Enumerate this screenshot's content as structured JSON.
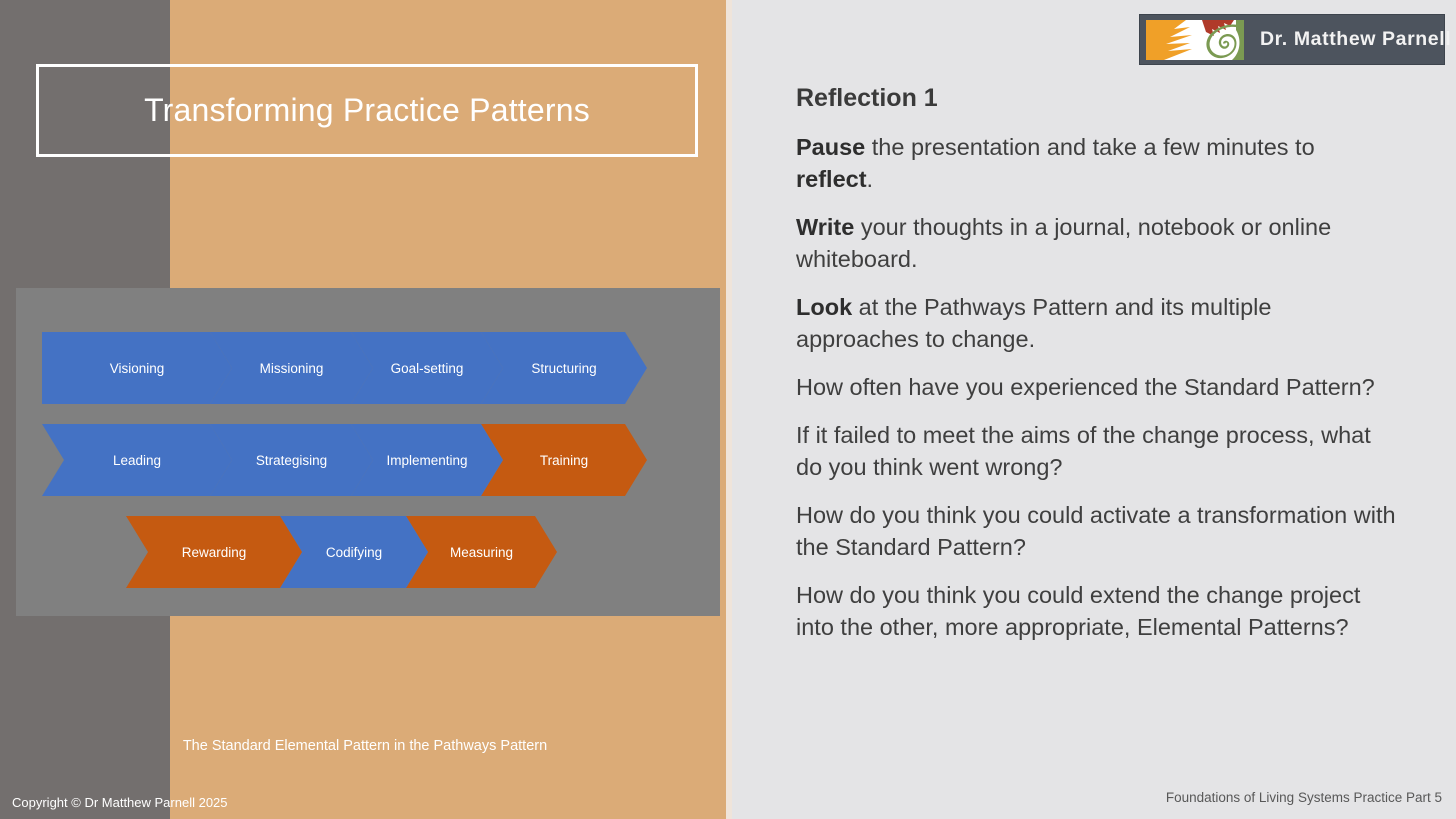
{
  "slide": {
    "title": "Transforming Practice Patterns",
    "diagram_caption": "The Standard Elemental Pattern in the Pathways Pattern",
    "copyright": "Copyright © Dr Matthew Parnell 2025",
    "footer_right": "Foundations of Living Systems Practice Part 5"
  },
  "logo": {
    "name": "Dr. Matthew Parnell",
    "mark_icon": "spiral-sunburst-icon"
  },
  "colors": {
    "band_gray": "#736F6E",
    "band_tan": "#DBAB77",
    "panel_gray": "#808080",
    "chevron_blue": "#4472C4",
    "chevron_orange": "#C55A11",
    "right_bg": "#E4E4E6",
    "logo_bg": "#4D545E",
    "text_dark": "#3F3F3F"
  },
  "diagram": {
    "title": "The Standard Elemental Pattern in the Pathways Pattern",
    "rows": [
      {
        "row_index": 1,
        "left_edge": "flat",
        "steps": [
          {
            "label": "Visioning",
            "color": "blue"
          },
          {
            "label": "Missioning",
            "color": "blue"
          },
          {
            "label": "Goal-setting",
            "color": "blue"
          },
          {
            "label": "Structuring",
            "color": "blue"
          }
        ]
      },
      {
        "row_index": 2,
        "left_edge": "notched",
        "steps": [
          {
            "label": "Leading",
            "color": "blue"
          },
          {
            "label": "Strategising",
            "color": "blue"
          },
          {
            "label": "Implementing",
            "color": "blue"
          },
          {
            "label": "Training",
            "color": "orange"
          }
        ]
      },
      {
        "row_index": 3,
        "left_edge": "notched",
        "steps": [
          {
            "label": "Rewarding",
            "color": "orange"
          },
          {
            "label": "Codifying",
            "color": "blue"
          },
          {
            "label": "Measuring",
            "color": "orange"
          }
        ]
      }
    ]
  },
  "reflection": {
    "heading": "Reflection 1",
    "items": [
      {
        "lead": "Pause",
        "text": " the presentation and take a few minutes to ",
        "lead2": "reflect",
        "tail": "."
      },
      {
        "lead": "Write",
        "text": " your thoughts in a journal, notebook or online whiteboard.",
        "lead2": "",
        "tail": ""
      },
      {
        "lead": "Look",
        "text": " at the Pathways Pattern and its multiple approaches to change.",
        "lead2": "",
        "tail": ""
      },
      {
        "lead": "",
        "text": "How often have you experienced the Standard Pattern?",
        "lead2": "",
        "tail": ""
      },
      {
        "lead": "",
        "text": "If it failed to meet the aims of the change process, what do you think went wrong?",
        "lead2": "",
        "tail": ""
      },
      {
        "lead": "",
        "text": "How do you think you could activate a transformation with the Standard Pattern?",
        "lead2": "",
        "tail": ""
      },
      {
        "lead": "",
        "text": "How do you think you could extend the change project into the other, more  appropriate, Elemental Patterns?",
        "lead2": "",
        "tail": ""
      }
    ]
  }
}
